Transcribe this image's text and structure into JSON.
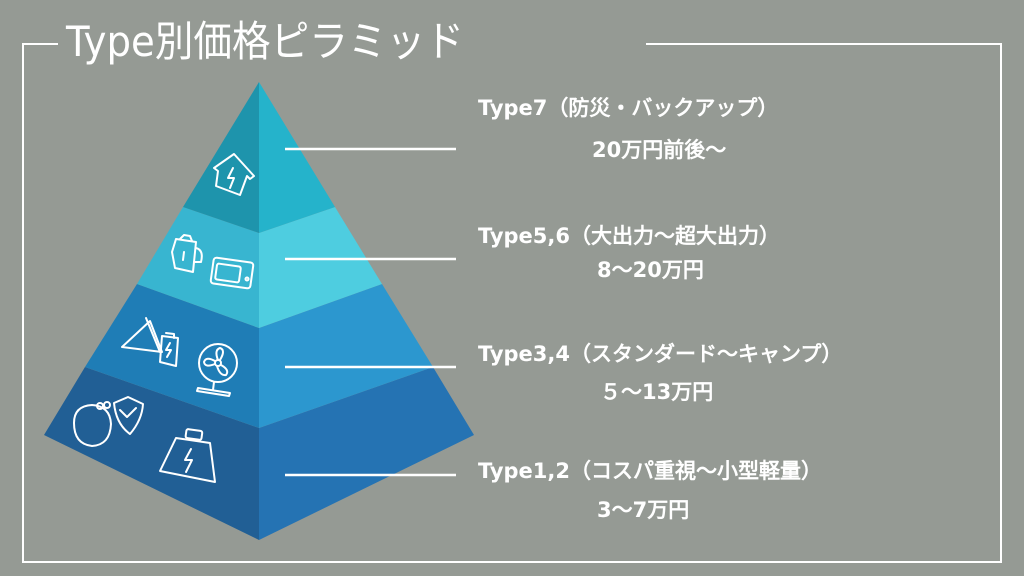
{
  "title": "Type別価格ピラミッド",
  "colors": {
    "background": "#959a94",
    "tier_top": [
      "#1e94ac",
      "#25b3cb"
    ],
    "tier_2": [
      "#38b5d0",
      "#4ecde0"
    ],
    "tier_3": [
      "#1f7db6",
      "#2c97cf"
    ],
    "tier_bottom": [
      "#215f95",
      "#2573b3"
    ]
  },
  "tiers": [
    {
      "label": "Type7（防災・バックアップ）",
      "price": "20万円前後〜",
      "icons": [
        "house-bolt-icon"
      ]
    },
    {
      "label": "Type5,6（大出力〜超大出力）",
      "price": "8〜20万円",
      "icons": [
        "kettle-icon",
        "microwave-icon"
      ]
    },
    {
      "label": "Type3,4（スタンダード〜キャンプ）",
      "price": "５〜13万円",
      "icons": [
        "tent-battery-icon",
        "fan-icon"
      ]
    },
    {
      "label": "Type1,2（コスパ重視〜小型軽量）",
      "price": "3〜7万円",
      "icons": [
        "wallet-shield-icon",
        "battery-icon"
      ]
    }
  ]
}
